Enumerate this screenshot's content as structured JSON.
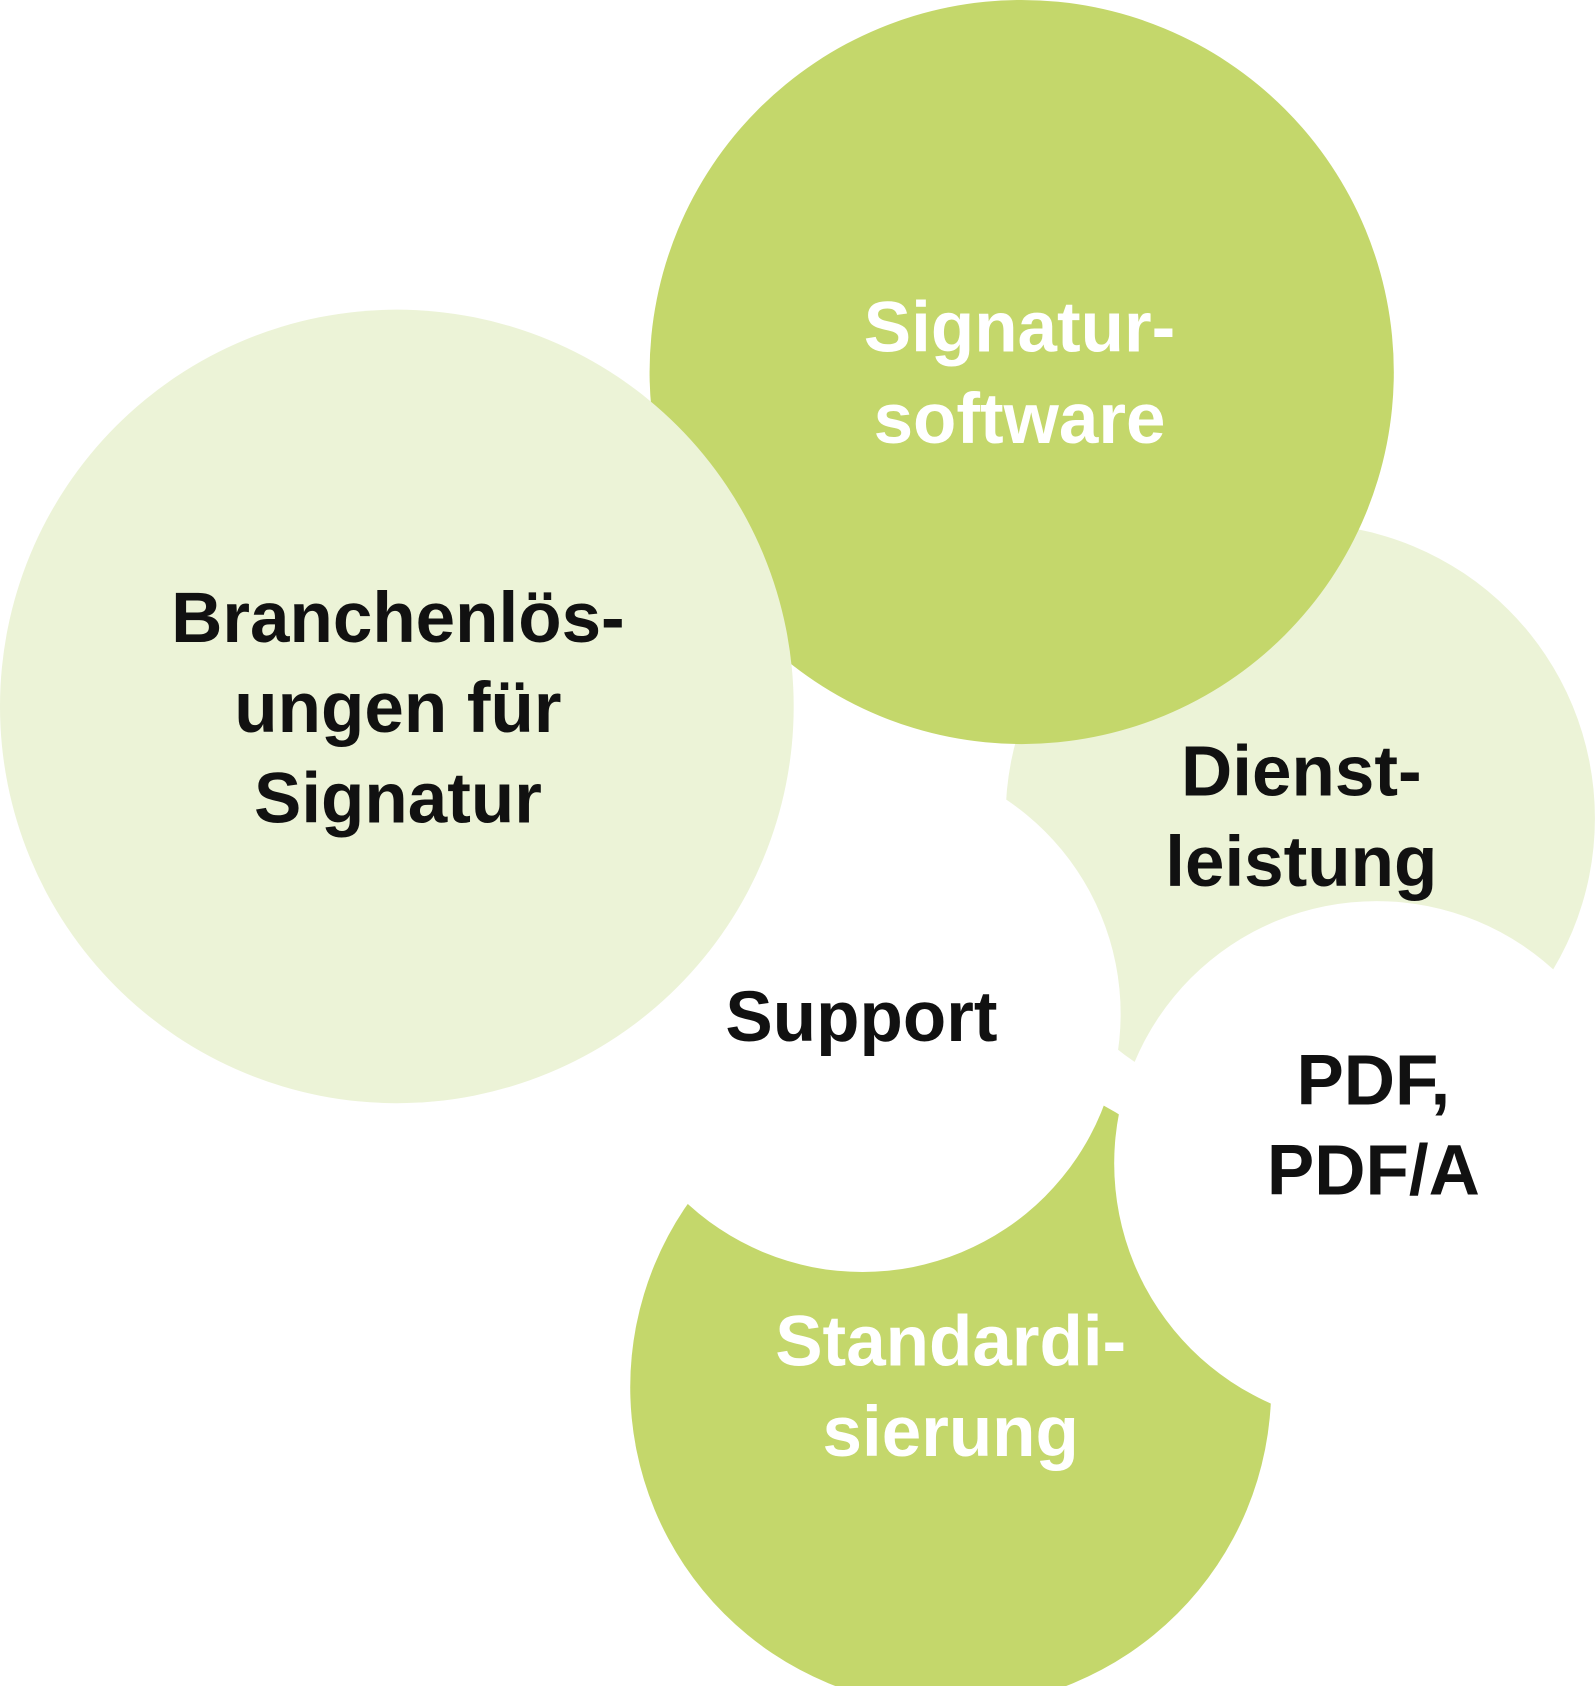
{
  "colors": {
    "dark_green": "#c4d76b",
    "light_green": "#ecf3d7",
    "white": "#ffffff",
    "text_dark": "#111111",
    "text_light": "#ffffff"
  },
  "bubbles": {
    "signatursoftware": {
      "lines": [
        "Signatur-",
        "software"
      ]
    },
    "branchenloesungen": {
      "lines": [
        "Branchenlös-",
        "ungen für",
        "Signatur"
      ]
    },
    "dienstleistung": {
      "lines": [
        "Dienst-",
        "leistung"
      ]
    },
    "support": {
      "lines": [
        "Support"
      ]
    },
    "pdf": {
      "lines": [
        "PDF,",
        "PDF/A"
      ]
    },
    "standardisierung": {
      "lines": [
        "Standardi-",
        "sierung"
      ]
    }
  }
}
